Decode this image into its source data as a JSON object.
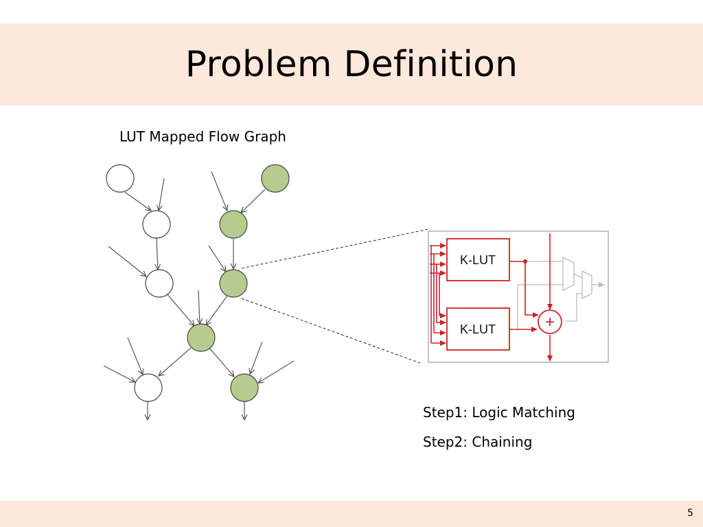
{
  "slide": {
    "title": "Problem Definition",
    "page_number": "5"
  },
  "graph": {
    "caption": "LUT Mapped Flow Graph"
  },
  "inset": {
    "lut_top_label": "K-LUT",
    "lut_bottom_label": "K-LUT",
    "adder_symbol": "+"
  },
  "steps": [
    "Step1: Logic Matching",
    "Step2: Chaining"
  ],
  "colors": {
    "banner": "#fce9dc",
    "node_highlight": "#b5cc8e",
    "node_plain": "#ffffff",
    "circuit_active": "#cc2222",
    "circuit_inactive": "#bbbbbb"
  }
}
